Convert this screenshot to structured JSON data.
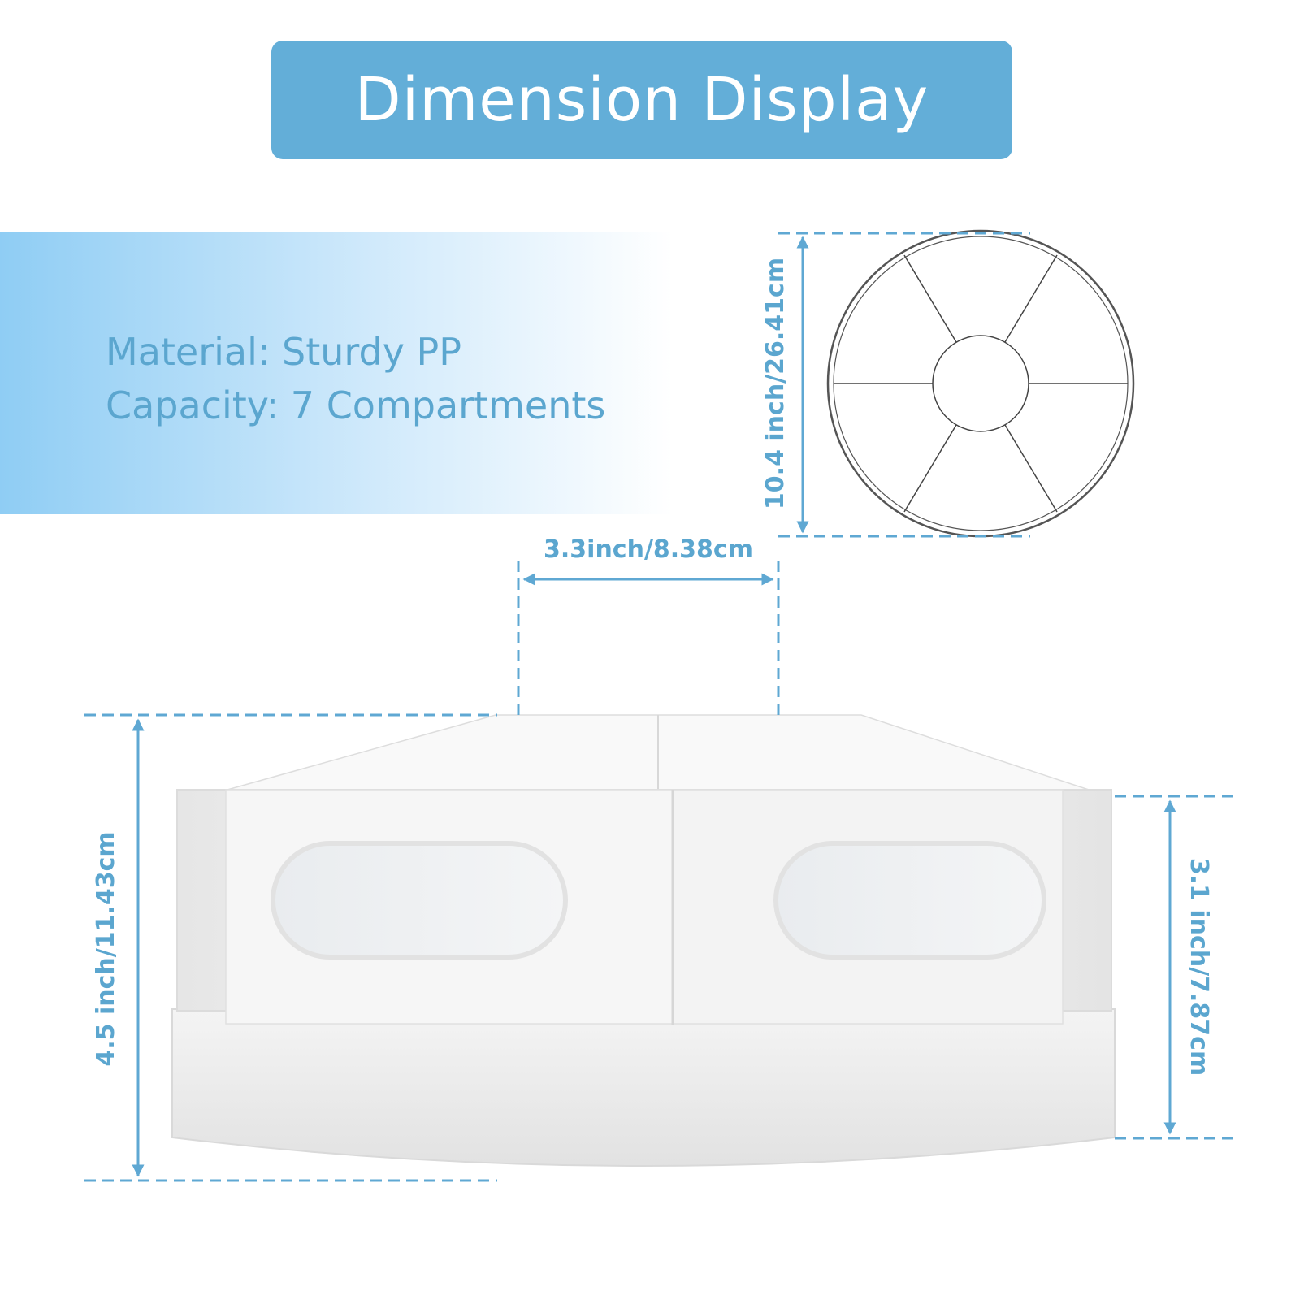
{
  "title": "Dimension Display",
  "specs": {
    "material": "Material: Sturdy PP",
    "capacity": "Capacity: 7 Compartments"
  },
  "dimensions": {
    "diameter": "10.4 inch/26.41cm",
    "compartment_width": "3.3inch/8.38cm",
    "total_height": "4.5 inch/11.43cm",
    "base_height": "3.1 inch/7.87cm"
  },
  "colors": {
    "accent": "#63aed8",
    "label": "#5ba6cf",
    "dimension_line": "#5fa8d3"
  }
}
